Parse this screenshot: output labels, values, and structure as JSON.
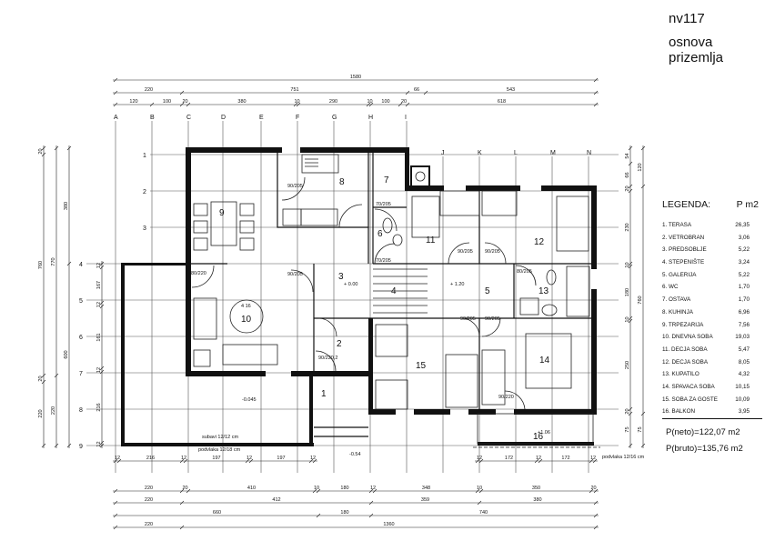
{
  "header": {
    "title": "nv117",
    "subtitle": "osnova prizemlja"
  },
  "legend": {
    "title": "LEGENDA:",
    "unit": "P m2",
    "items": [
      {
        "label": "1.  TERASA",
        "area": "26,35"
      },
      {
        "label": "2.  VETROBRAN",
        "area": "3,06"
      },
      {
        "label": "3.  PREDSOBLJE",
        "area": "5,22"
      },
      {
        "label": "4.  STEPENIŠTE",
        "area": "3,24"
      },
      {
        "label": "5.  GALERIJA",
        "area": "5,22"
      },
      {
        "label": "6.  WC",
        "area": "1,70"
      },
      {
        "label": "7.  OSTAVA",
        "area": "1,70"
      },
      {
        "label": "8.  KUHINJA",
        "area": "6,96"
      },
      {
        "label": "9.  TRPEZARIJA",
        "area": "7,56"
      },
      {
        "label": "10. DNEVNA SOBA",
        "area": "19,03"
      },
      {
        "label": "11. DECJA SOBA",
        "area": "5,47"
      },
      {
        "label": "12. DECJA SOBA",
        "area": "8,05"
      },
      {
        "label": "13. KUPATILO",
        "area": "4,32"
      },
      {
        "label": "14. SPAVACA SOBA",
        "area": "10,15"
      },
      {
        "label": "15. SOBA ZA GOSTE",
        "area": "10,09"
      },
      {
        "label": "16. BALKON",
        "area": "3,95"
      }
    ],
    "neto": "P(neto)=122,07 m2",
    "bruto": "P(bruto)=135,76 m2"
  },
  "axes": {
    "columns": [
      "A",
      "B",
      "C",
      "D",
      "E",
      "F",
      "G",
      "H",
      "I",
      "J",
      "K",
      "L",
      "M",
      "N"
    ],
    "rows": [
      "1",
      "2",
      "3",
      "4",
      "5",
      "6",
      "7",
      "8",
      "9"
    ]
  },
  "rooms": [
    "1",
    "2",
    "3",
    "4",
    "5",
    "6",
    "7",
    "8",
    "9",
    "10",
    "11",
    "12",
    "13",
    "14",
    "15",
    "16"
  ],
  "dimensions": {
    "top": [
      [
        "1580"
      ],
      [
        "220",
        "751",
        "66",
        "543"
      ],
      [
        "120",
        "100",
        "20",
        "380",
        "10",
        "290",
        "10",
        "100",
        "20",
        "618"
      ]
    ],
    "bottom": [
      [
        "220",
        "20",
        "410",
        "10",
        "180",
        "12",
        "348",
        "10",
        "350",
        "20"
      ],
      [
        "220",
        "412",
        "359",
        "380"
      ],
      [
        "660",
        "180",
        "740"
      ],
      [
        "220",
        "1360"
      ]
    ],
    "terrace_bottom": [
      "12",
      "216",
      "12",
      "197",
      "12",
      "197",
      "12"
    ],
    "balcony_bottom": [
      "12",
      "172",
      "12",
      "172",
      "12"
    ],
    "left": [
      [
        "20",
        "760",
        "20",
        "220"
      ],
      [
        "770",
        "220"
      ],
      [
        "380",
        "600"
      ],
      [
        "12",
        "167",
        "12",
        "161",
        "12",
        "216",
        "12"
      ]
    ],
    "right": [
      [
        "54",
        "66",
        "20",
        "230",
        "10",
        "180",
        "10",
        "250",
        "20",
        "75"
      ],
      [
        "120",
        "760",
        "75"
      ]
    ]
  },
  "levels": [
    "+ 0.00",
    "+ 1.20",
    "-0.045",
    "-0.54",
    "+1.06"
  ],
  "notes": [
    "subavi 12/12 cm",
    "podvlaka 12/18 cm",
    "podvlaka 12/16 cm"
  ],
  "doors": [
    "90/205",
    "80/220",
    "70/205",
    "70/205",
    "90/205",
    "90/205",
    "90/205",
    "80/205",
    "90/205",
    "90/205",
    "90/220",
    "90/220,2",
    "4 16"
  ]
}
